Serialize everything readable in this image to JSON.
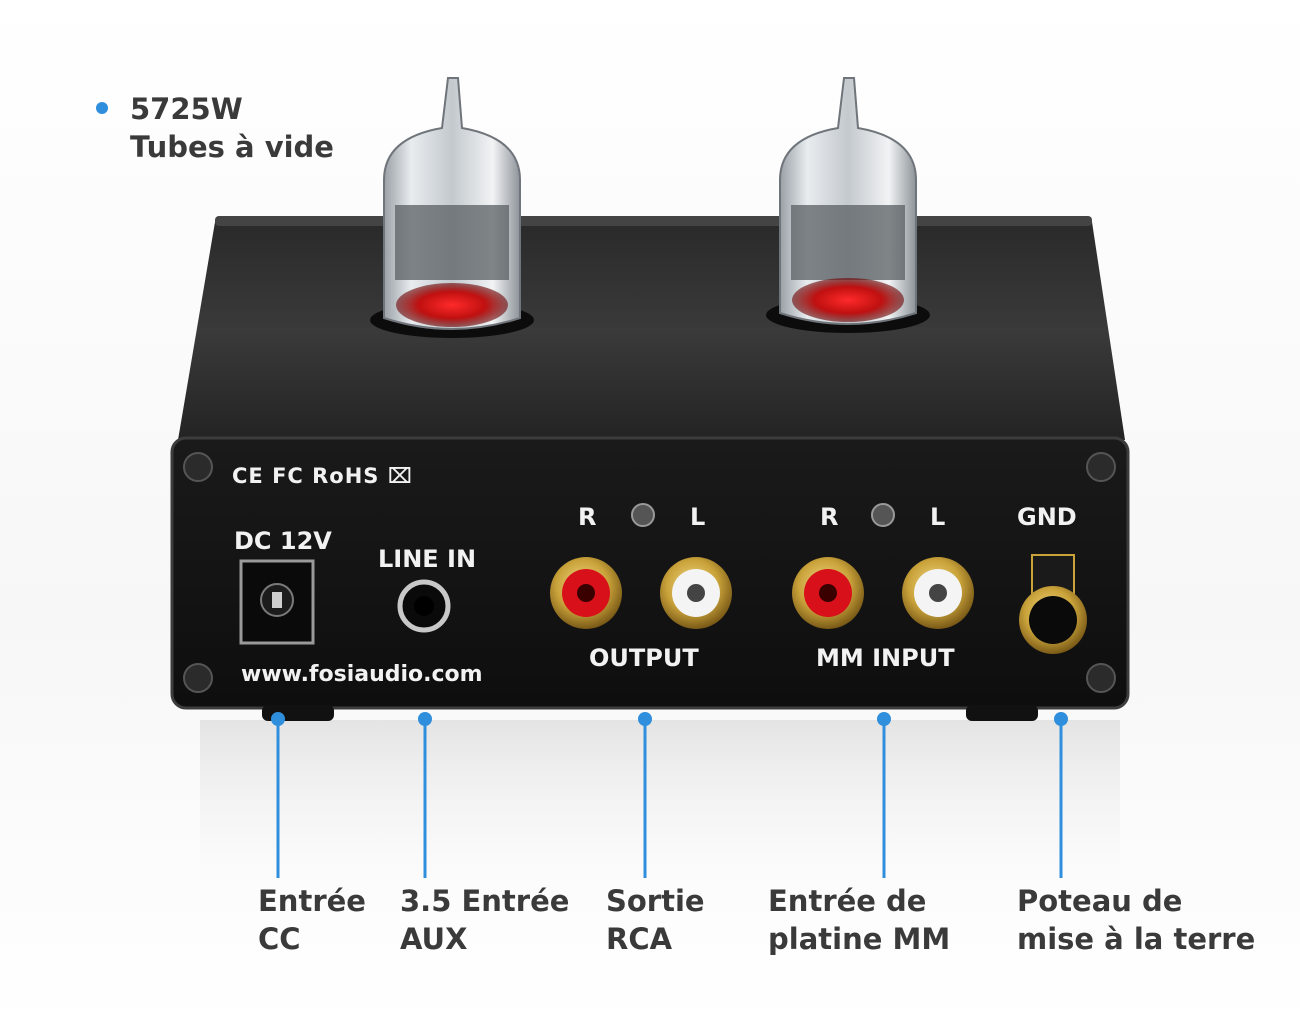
{
  "tube_label": {
    "line1": "5725W",
    "line2": "Tubes à vide"
  },
  "panel": {
    "certifications": "CE FC RoHS ⌧",
    "dc": "DC 12V",
    "line_in": "LINE IN",
    "output_r": "R",
    "output_l": "L",
    "mm_r": "R",
    "mm_l": "L",
    "gnd": "GND",
    "output": "OUTPUT",
    "mm_input": "MM INPUT",
    "website": "www.fosiaudio.com"
  },
  "callouts": [
    {
      "line1": "Entrée",
      "line2": "CC"
    },
    {
      "line1": "3.5 Entrée",
      "line2": "AUX"
    },
    {
      "line1": "Sortie",
      "line2": "RCA"
    },
    {
      "line1": "Entrée de",
      "line2": "platine MM"
    },
    {
      "line1": "Poteau de",
      "line2": "mise à la terre"
    }
  ],
  "colors": {
    "accent": "#2f8fdc",
    "body": "#1b1b1b",
    "rca_red": "#d8101a",
    "rca_white": "#f4f4f4",
    "gold": "#c9a23a",
    "text_dark": "#3a3a3a"
  },
  "icons": [
    "vacuum-tube-icon",
    "rca-jack-icon",
    "dc-jack-icon",
    "aux-jack-icon",
    "ground-post-icon",
    "screw-icon"
  ]
}
